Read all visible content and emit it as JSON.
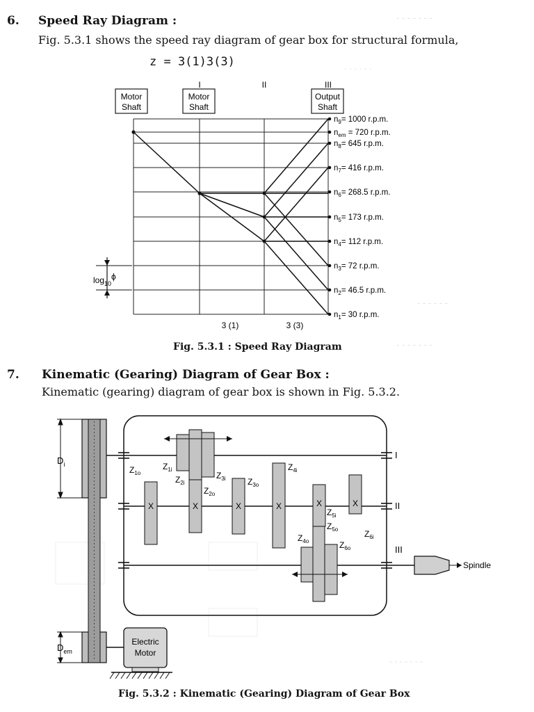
{
  "section6": {
    "number": "6.",
    "heading": "Speed Ray Diagram :",
    "paragraph": "Fig. 5.3.1 shows the speed ray diagram of gear box for structural formula,",
    "formula": "z  =  3(1)3(3)"
  },
  "speed_ray": {
    "roman": [
      "I",
      "II",
      "III"
    ],
    "shaft_boxes": [
      {
        "line1": "Motor",
        "line2": "Shaft"
      },
      {
        "line1": "Motor",
        "line2": "Shaft"
      },
      {
        "line1": "Output",
        "line2": "Shaft"
      }
    ],
    "speeds": [
      {
        "sym": "n",
        "sub": "9",
        "text": "= 1000 r.p.m."
      },
      {
        "sym": "n",
        "sub": "em",
        "text": " = 720 r.p.m."
      },
      {
        "sym": "n",
        "sub": "8",
        "text": "= 645 r.p.m."
      },
      {
        "sym": "n",
        "sub": "7",
        "text": "= 416 r.p.m."
      },
      {
        "sym": "n",
        "sub": "6",
        "text": "= 268.5 r.p.m."
      },
      {
        "sym": "n",
        "sub": "5",
        "text": "= 173 r.p.m."
      },
      {
        "sym": "n",
        "sub": "4",
        "text": "= 112 r.p.m."
      },
      {
        "sym": "n",
        "sub": "3",
        "text": "= 72 r.p.m."
      },
      {
        "sym": "n",
        "sub": "2",
        "text": "= 46.5 r.p.m."
      },
      {
        "sym": "n",
        "sub": "1",
        "text": "= 30 r.p.m."
      }
    ],
    "log_label": {
      "main": "log",
      "sub": "10",
      "sym": "ϕ"
    },
    "stage_labels": [
      "3 (1)",
      "3 (3)"
    ],
    "caption": "Fig. 5.3.1 : Speed Ray Diagram"
  },
  "section7": {
    "number": "7.",
    "heading": "Kinematic (Gearing) Diagram of Gear Box :",
    "paragraph": "Kinematic (gearing) diagram of gear box is shown in Fig. 5.3.2."
  },
  "kinematic": {
    "shaft_labels": [
      "I",
      "II",
      "III"
    ],
    "pulley_labels": [
      {
        "main": "D",
        "sub": "i"
      },
      {
        "main": "D",
        "sub": "em"
      }
    ],
    "gear_labels": [
      {
        "main": "Z",
        "sub": "1o"
      },
      {
        "main": "Z",
        "sub": "1i"
      },
      {
        "main": "Z",
        "sub": "2i"
      },
      {
        "main": "Z",
        "sub": "3i"
      },
      {
        "main": "Z",
        "sub": "2o"
      },
      {
        "main": "Z",
        "sub": "3o"
      },
      {
        "main": "Z",
        "sub": "4i"
      },
      {
        "main": "Z",
        "sub": "5i"
      },
      {
        "main": "Z",
        "sub": "5o"
      },
      {
        "main": "Z",
        "sub": "4o"
      },
      {
        "main": "Z",
        "sub": "6o"
      },
      {
        "main": "Z",
        "sub": "6i"
      }
    ],
    "key_mark": "X",
    "motor_label": {
      "line1": "Electric",
      "line2": "Motor"
    },
    "spindle_label": "Spindle",
    "caption": "Fig. 5.3.2 : Kinematic (Gearing) Diagram of Gear Box"
  }
}
